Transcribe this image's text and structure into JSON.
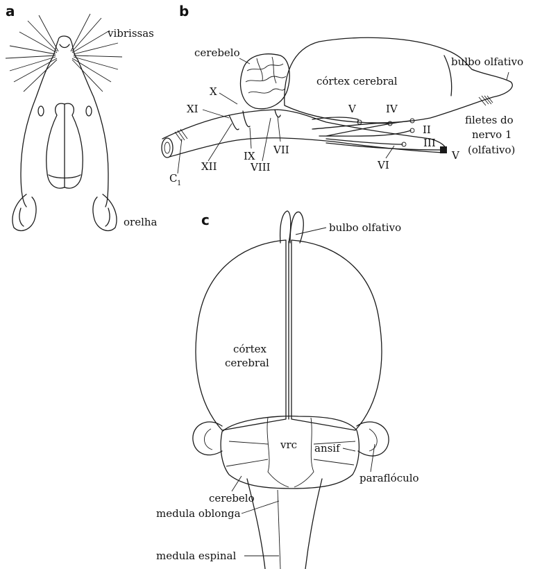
{
  "panels": {
    "a": "a",
    "b": "b",
    "c": "c"
  },
  "panel_a": {
    "vibrissas": "vibrissas",
    "orelha": "orelha"
  },
  "panel_b": {
    "cerebelo": "cerebelo",
    "cortex": "córtex cerebral",
    "bulbo": "bulbo olfativo",
    "filetes_1": "filetes do",
    "filetes_2": "nervo 1",
    "filetes_3": "(olfativo)",
    "n_X": "X",
    "n_XI": "XI",
    "n_XII": "XII",
    "n_C": "C",
    "n_C_sub": "1",
    "n_IX": "IX",
    "n_VII": "VII",
    "n_VIII": "VIII",
    "n_V_upper": "V",
    "n_IV": "IV",
    "n_II": "II",
    "n_III": "III",
    "n_VI": "VI",
    "n_V_lower": "V"
  },
  "panel_c": {
    "bulbo": "bulbo olfativo",
    "cortex_1": "córtex",
    "cortex_2": "cerebral",
    "vrc": "vrc",
    "ansif": "ansif",
    "paraflocculo": "paraflóculo",
    "cerebelo": "cerebelo",
    "medula_oblonga": "medula oblonga",
    "medula_espinal": "medula espinal"
  }
}
